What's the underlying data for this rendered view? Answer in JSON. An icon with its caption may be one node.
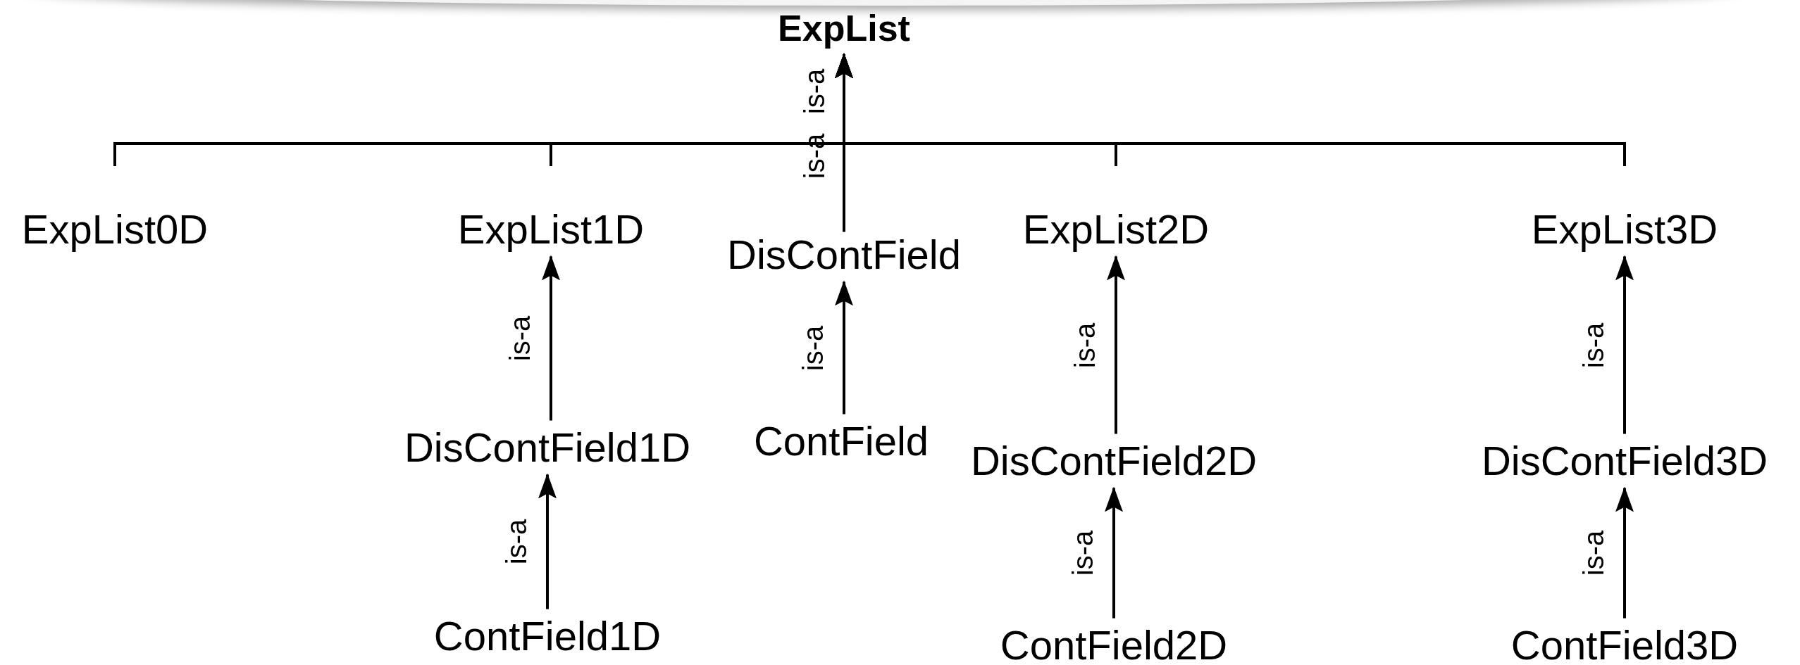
{
  "diagram": {
    "nodes": [
      {
        "text": [
          "ExpList"
        ]
      },
      {
        "text": [
          "ExpList0D"
        ]
      },
      {
        "text": [
          "ExpList1D"
        ]
      },
      {
        "text": [
          "DisContField"
        ]
      },
      {
        "text": [
          "ExpList2D"
        ]
      },
      {
        "text": [
          "ExpList3D"
        ]
      },
      {
        "text": [
          "DisContField1D"
        ]
      },
      {
        "text": [
          "ContField"
        ]
      },
      {
        "text": [
          "DisContField2D"
        ]
      },
      {
        "text": [
          "DisContField3D"
        ]
      },
      {
        "text": [
          "ContField1D"
        ]
      },
      {
        "text": [
          "ContField2D"
        ]
      },
      {
        "text": [
          "ContField3D"
        ]
      }
    ],
    "edges": [
      {
        "from": 1,
        "to": 0,
        "arrow": "to",
        "label": "is-a"
      },
      {
        "from": 2,
        "to": 0,
        "arrow": "to"
      },
      {
        "from": 3,
        "to": 0,
        "arrow": "to",
        "label": "is-a"
      },
      {
        "from": 4,
        "to": 0,
        "arrow": "to"
      },
      {
        "from": 5,
        "to": 0,
        "arrow": "to"
      },
      {
        "from": 6,
        "to": 2,
        "arrow": "to",
        "label": "is-a"
      },
      {
        "from": 7,
        "to": 3,
        "arrow": "to",
        "label": "is-a"
      },
      {
        "from": 8,
        "to": 4,
        "arrow": "to",
        "label": "is-a"
      },
      {
        "from": 9,
        "to": 5,
        "arrow": "to",
        "label": "is-a"
      },
      {
        "from": 10,
        "to": 6,
        "arrow": "to",
        "label": "is-a"
      },
      {
        "from": 11,
        "to": 8,
        "arrow": "to",
        "label": "is-a"
      },
      {
        "from": 12,
        "to": 9,
        "arrow": "to",
        "label": "is-a"
      }
    ]
  }
}
